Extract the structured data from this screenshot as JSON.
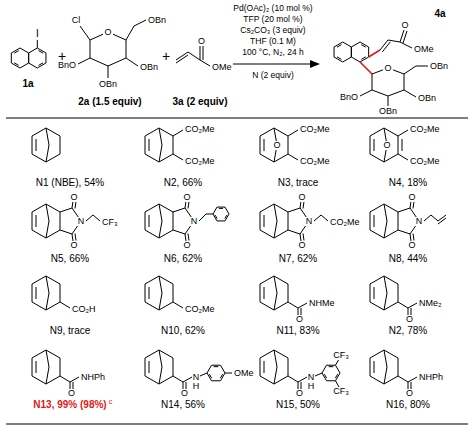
{
  "diagram": {
    "labels": [
      "I",
      "1a",
      "+",
      "Cl",
      "O",
      "OBn",
      "OBn",
      "OBn",
      "BnO",
      "2a (1.5 equiv)",
      "+",
      "O",
      "OMe",
      "3a (2 equiv)",
      "Pd(OAc)₂ (10 mol %)",
      "TFP (20 mol %)",
      "Cs₂CO₃ (3 equiv)",
      "THF (0.1 M)",
      "100 °C, N₂, 24 h",
      "N (2 equiv)",
      "O",
      "OMe",
      "4a",
      "O",
      "OBn",
      "OBn",
      "OBn",
      "BnO",
      "N1 (NBE), 54%",
      "CO₂Me",
      "CO₂Me",
      "N2, 66%",
      "O",
      "CO₂Me",
      "CO₂Me",
      "N3, trace",
      "O",
      "CO₂Me",
      "CO₂Me",
      "N4, 18%",
      "O",
      "N",
      "O",
      "CF₃",
      "N5, 66%",
      "O",
      "N",
      "O",
      "N6, 62%",
      "O",
      "N",
      "O",
      "CO₂Me",
      "N7, 62%",
      "O",
      "N",
      "O",
      "N8, 44%",
      "CO₂H",
      "N9, trace",
      "CO₂Me",
      "N10, 62%",
      "O",
      "NHMe",
      "N11, 83%",
      "O",
      "NMe₂",
      "N2, 78%",
      "O",
      "NHPh",
      "N13, 99% (98%)",
      "c",
      "O",
      "N",
      "H",
      "OMe",
      "N14, 56%",
      "O",
      "N",
      "H",
      "CF₃",
      "CF₃",
      "N15, 50%",
      "O",
      "NHPh",
      "N16, 80%"
    ]
  }
}
